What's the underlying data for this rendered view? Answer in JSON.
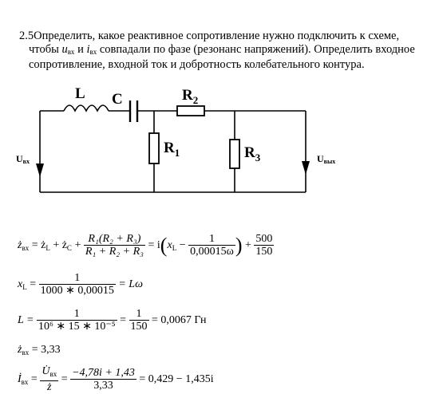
{
  "problem": {
    "number": "2.5",
    "line1": "Определить, какое реактивное сопротивление нужно подключить к схеме,",
    "line2_pre": "чтобы ",
    "u": "u",
    "i": "i",
    "sub_in": "вх",
    "and": " и ",
    "line2_post": " совпадали по фазе (резонанс напряжений). Определить входное",
    "line3": "сопротивление, входной ток и добротность колебательного контура."
  },
  "circuit": {
    "L": "L",
    "C": "C",
    "R2": "R",
    "R2_sub": "2",
    "R1": "R",
    "R1_sub": "1",
    "R3": "R",
    "R3_sub": "3",
    "U_in": "U",
    "U_in_sub": "вх",
    "U_out": "U",
    "U_out_sub": "вых"
  },
  "formulas": {
    "f1": {
      "lhs": "ż",
      "lhs_sub": "вх",
      "eq": " = ż",
      "zl_sub": "L",
      "plus1": " + ż",
      "zc_sub": "C",
      "plus2": " + ",
      "num": "R₁(R₂ + R₃)",
      "den": "R₁ + R₂ + R₃",
      "eq2": " = i",
      "x": "x",
      "x_sub": "L",
      "minus": " − ",
      "num2": "1",
      "den2": "0,00015ω",
      "plus3": " + ",
      "num3": "500",
      "den3": "150"
    },
    "f2": {
      "x": "x",
      "x_sub": "L",
      "eq": " = ",
      "num": "1",
      "den": "1000 ∗ 0,00015",
      "rhs": " = Lω"
    },
    "f3": {
      "lhs": "L = ",
      "num": "1",
      "den": "10⁶ ∗ 15 ∗ 10⁻⁵",
      "eq": " = ",
      "num2": "1",
      "den2": "150",
      "rhs": " = 0,0067 Гн"
    },
    "f4": {
      "lhs": "ż",
      "lhs_sub": "вх",
      "rhs": " = 3,33"
    },
    "f5": {
      "lhs": "İ",
      "lhs_sub": "вх",
      "eq": " = ",
      "num": "U̇",
      "num_sub": "вх",
      "den": "ż",
      "eq2": " = ",
      "num2": "−4,78i + 1,43",
      "den2": "3,33",
      "rhs": " = 0,429 − 1,435i"
    }
  }
}
